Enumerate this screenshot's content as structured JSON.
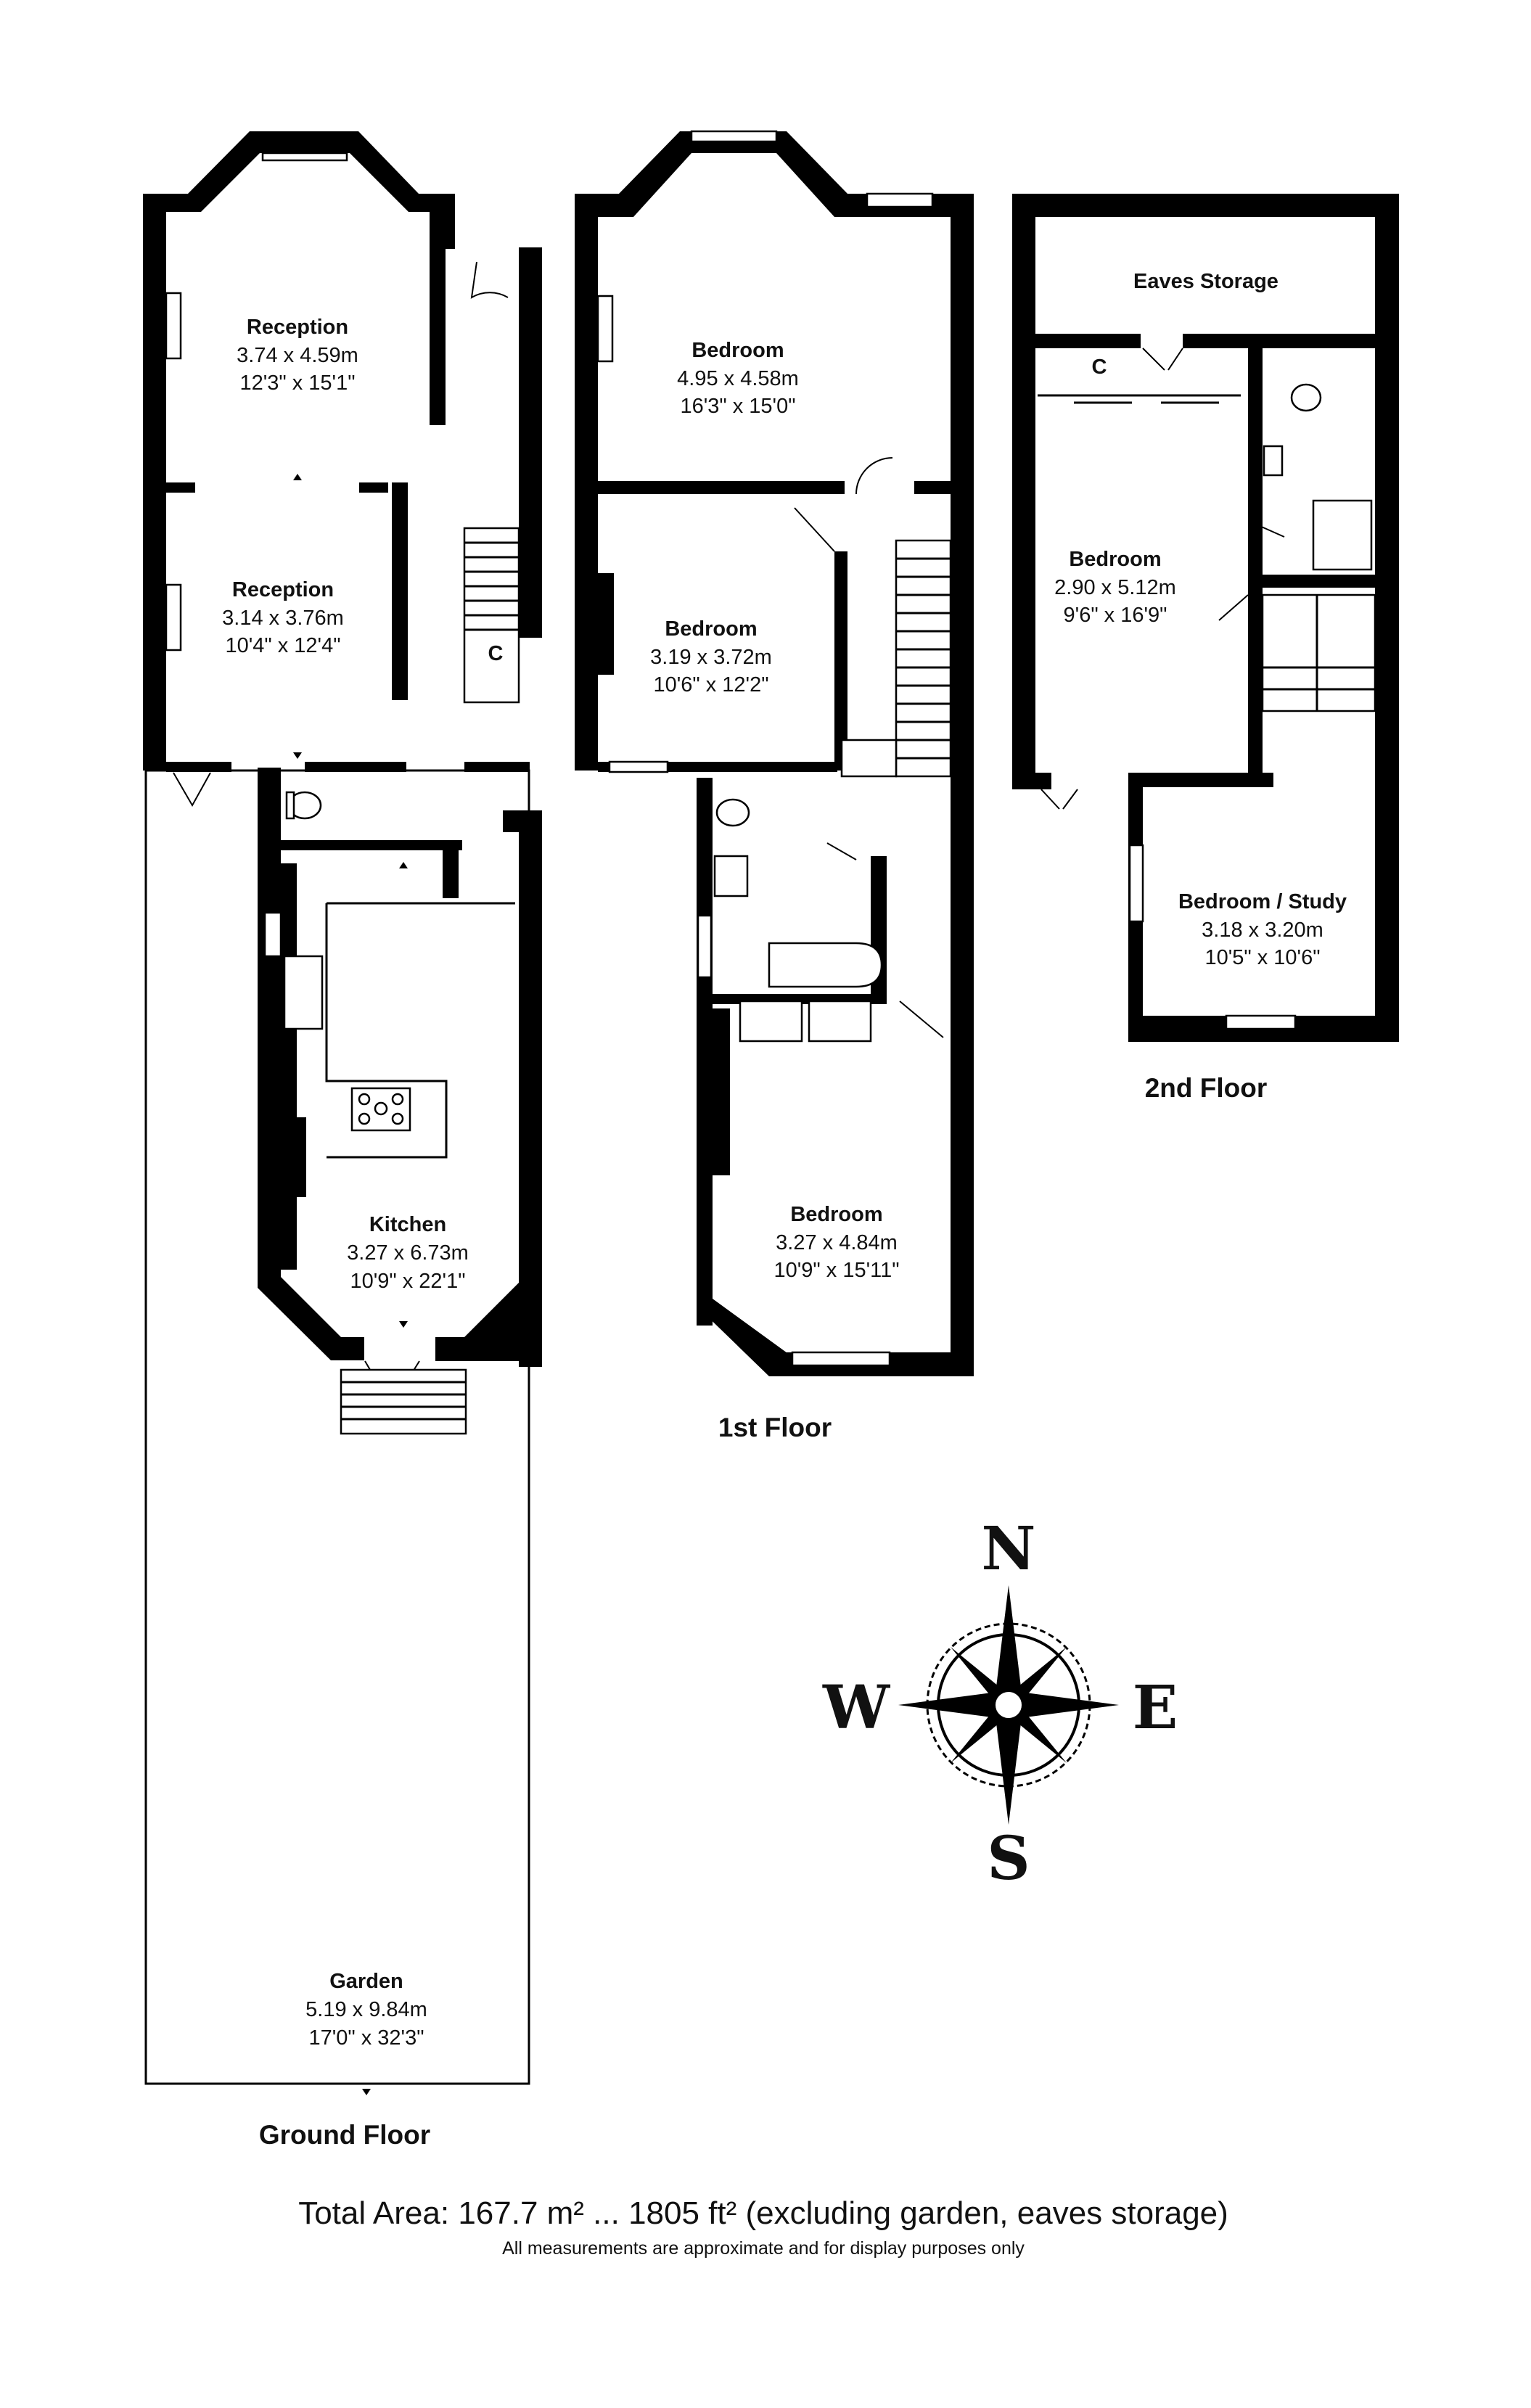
{
  "floors": {
    "ground": {
      "label": "Ground Floor",
      "rooms": [
        {
          "name": "Reception",
          "metric": "3.74 x 4.59m",
          "imperial": "12'3\" x 15'1\""
        },
        {
          "name": "Reception",
          "metric": "3.14 x 3.76m",
          "imperial": "10'4\" x 12'4\""
        },
        {
          "name": "Kitchen",
          "metric": "3.27 x 6.73m",
          "imperial": "10'9\" x 22'1\""
        },
        {
          "name": "Garden",
          "metric": "5.19 x 9.84m",
          "imperial": "17'0\" x 32'3\""
        }
      ],
      "closet": "C"
    },
    "first": {
      "label": "1st Floor",
      "rooms": [
        {
          "name": "Bedroom",
          "metric": "4.95 x 4.58m",
          "imperial": "16'3\" x 15'0\""
        },
        {
          "name": "Bedroom",
          "metric": "3.19 x 3.72m",
          "imperial": "10'6\" x 12'2\""
        },
        {
          "name": "Bedroom",
          "metric": "3.27 x 4.84m",
          "imperial": "10'9\" x 15'11\""
        }
      ]
    },
    "second": {
      "label": "2nd Floor",
      "eaves": "Eaves Storage",
      "rooms": [
        {
          "name": "Bedroom",
          "metric": "2.90 x 5.12m",
          "imperial": "9'6\" x 16'9\""
        },
        {
          "name": "Bedroom / Study",
          "metric": "3.18 x 3.20m",
          "imperial": "10'5\" x 10'6\""
        }
      ],
      "closet": "C"
    }
  },
  "compass": {
    "north": "N",
    "south": "S",
    "east": "E",
    "west": "W"
  },
  "footer": {
    "total": "Total Area: 167.7 m² ... 1805 ft² (excluding garden, eaves storage)",
    "note": "All measurements are approximate and for display purposes only"
  }
}
